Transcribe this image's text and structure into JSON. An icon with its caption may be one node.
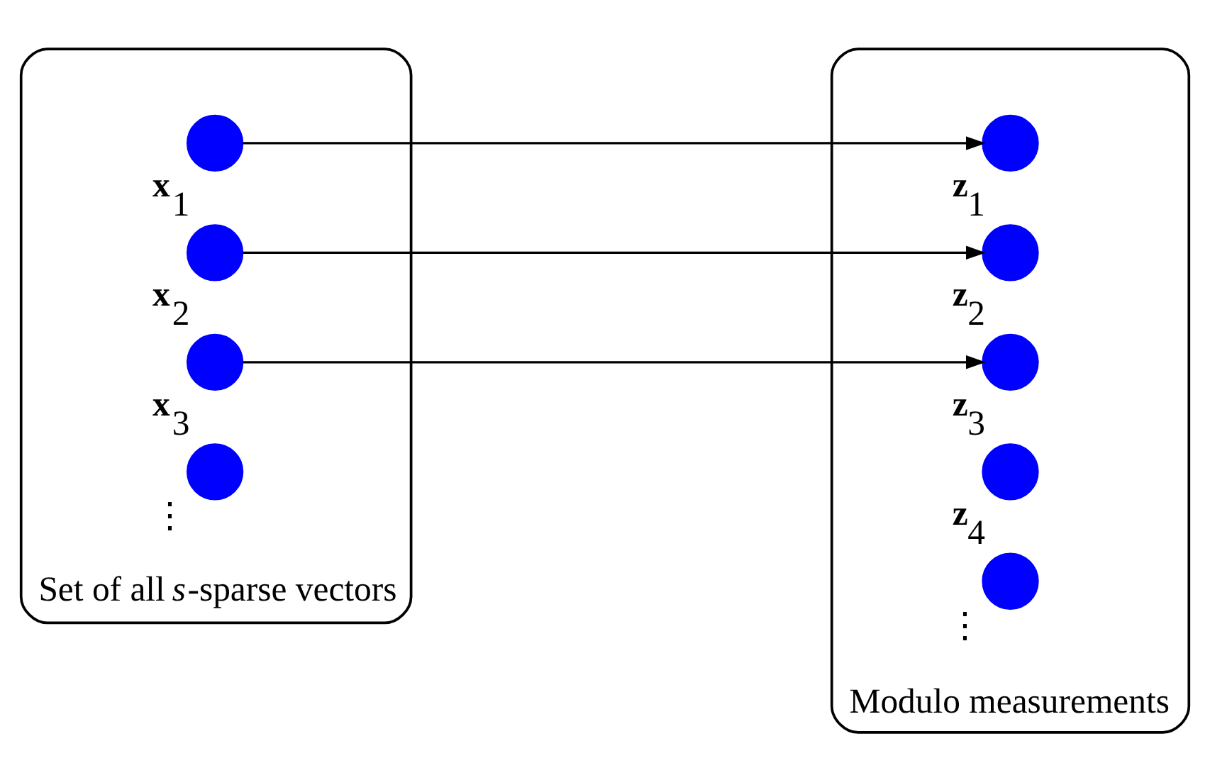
{
  "diagram": {
    "nodes": [
      {
        "text": [
          "Set of all *s*-sparse vectors"
        ]
      },
      {
        "text": [],
        "shape": "circle",
        "in": 0,
        "beside": [
          "**x**$_{1}$"
        ]
      },
      {
        "text": [],
        "shape": "circle",
        "in": 0,
        "beside": [
          "**x**$_{2}$"
        ]
      },
      {
        "text": [],
        "shape": "circle",
        "in": 0,
        "beside": [
          "**x**$_{3}$"
        ]
      },
      {
        "text": [],
        "shape": "circle",
        "in": 0,
        "beside": [
          "⋮"
        ]
      },
      {
        "text": [
          "Modulo measurements"
        ]
      },
      {
        "text": [],
        "shape": "circle",
        "in": 5,
        "beside": [
          "**z**$_{1}$"
        ]
      },
      {
        "text": [],
        "shape": "circle",
        "in": 5,
        "beside": [
          "**z**$_{2}$"
        ]
      },
      {
        "text": [],
        "shape": "circle",
        "in": 5,
        "beside": [
          "**z**$_{3}$"
        ]
      },
      {
        "text": [],
        "shape": "circle",
        "in": 5,
        "beside": [
          "**z**$_{4}$"
        ]
      },
      {
        "text": [],
        "shape": "circle",
        "in": 5,
        "beside": [
          "⋮"
        ]
      }
    ],
    "edges": [
      {
        "from": 1,
        "to": 6,
        "arrow": "to"
      },
      {
        "from": 2,
        "to": 7,
        "arrow": "to"
      },
      {
        "from": 3,
        "to": 8,
        "arrow": "to"
      }
    ]
  }
}
